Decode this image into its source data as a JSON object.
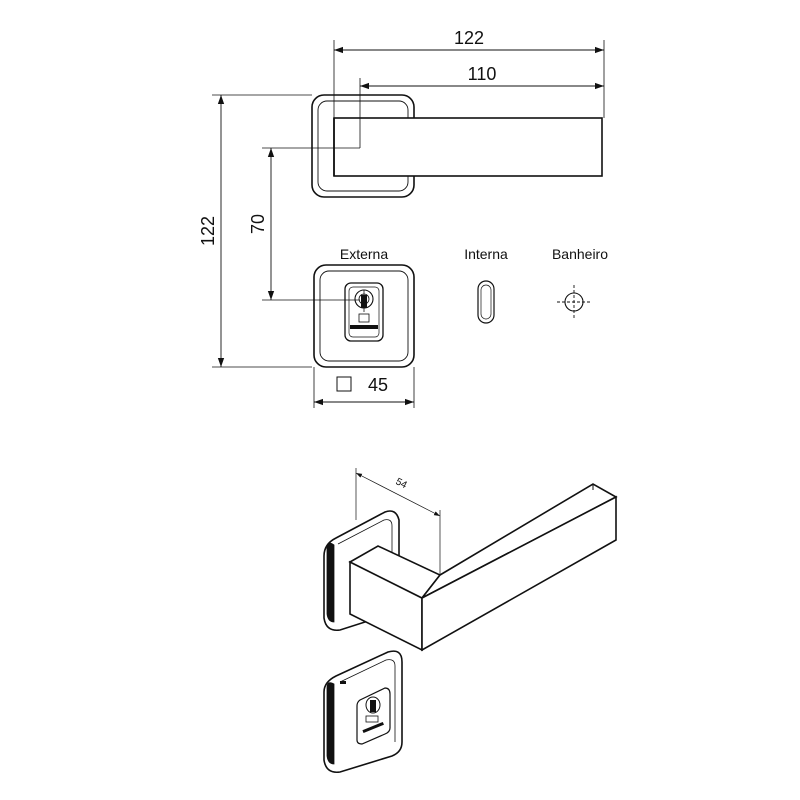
{
  "dimensions": {
    "rosette_to_lever_end": "122",
    "lever_length": "110",
    "total_height": "122",
    "center_distance": "70",
    "rosette_size": "45",
    "lever_projection": "54"
  },
  "labels": {
    "externa": "Externa",
    "interna": "Interna",
    "banheiro": "Banheiro"
  },
  "colors": {
    "line": "#111111",
    "background": "#ffffff"
  },
  "icons": {
    "square_symbol": "square-symbol-icon",
    "oval_keyhole": "oval-keyhole-icon",
    "bathroom_crosshair": "crosshair-icon",
    "cylinder_lock": "cylinder-lock-icon"
  }
}
